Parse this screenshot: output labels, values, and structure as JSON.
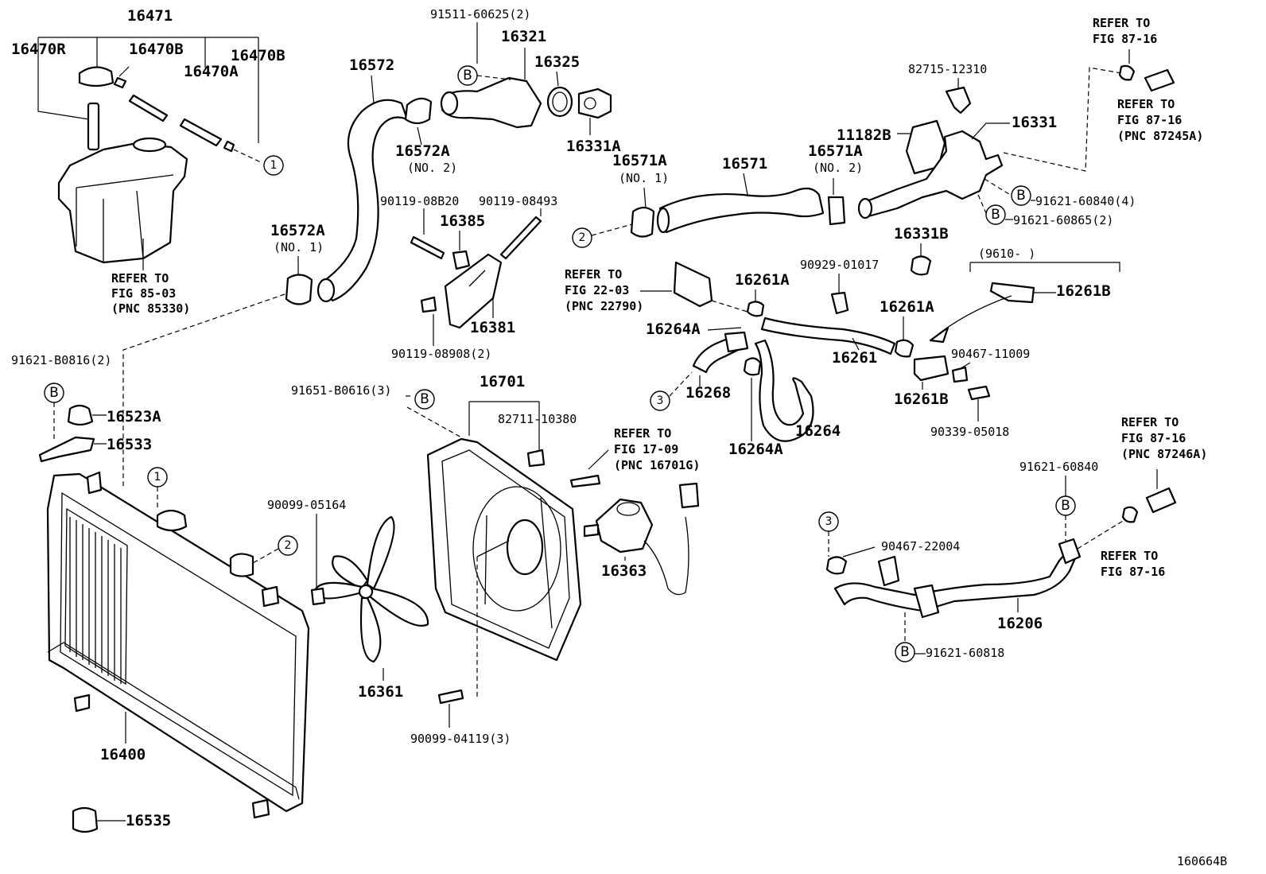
{
  "figure_id": "160664B",
  "parts": {
    "p16471": "16471",
    "p16470R": "16470R",
    "p16470B_1": "16470B",
    "p16470A": "16470A",
    "p16470B_2": "16470B",
    "p16572": "16572",
    "p91511": "91511-60625(2)",
    "p16321": "16321",
    "p16325": "16325",
    "p16331A": "16331A",
    "p16572A_2": "16572A",
    "p16572A_2_sub": "(NO. 2)",
    "p82715": "82715-12310",
    "p11182B": "11182B",
    "p16331": "16331",
    "p16571A_1": "16571A",
    "p16571A_1_sub": "(NO. 1)",
    "p16571": "16571",
    "p16571A_2": "16571A",
    "p16571A_2_sub": "(NO. 2)",
    "p91621_60840_4": "91621-60840(4)",
    "p91621_60865": "91621-60865(2)",
    "p90119_08B20": "90119-08B20",
    "p90119_08493": "90119-08493",
    "p16385": "16385",
    "p16381": "16381",
    "p90119_08908": "90119-08908(2)",
    "p16572A_1": "16572A",
    "p16572A_1_sub": "(NO. 1)",
    "p16331B": "16331B",
    "p90929": "90929-01017",
    "p16261A_1": "16261A",
    "p16264A_1": "16264A",
    "p16261A_2": "16261A",
    "p16261": "16261",
    "p16261B_1": "16261B",
    "p90467_11009": "90467-11009",
    "p16261B_2": "16261B",
    "p16268": "16268",
    "p16264A_2": "16264A",
    "p16264": "16264",
    "p90339": "90339-05018",
    "p9610": "(9610-     )",
    "p91621_B0816": "91621-B0816(2)",
    "p16523A": "16523A",
    "p16533": "16533",
    "p91651": "91651-B0616(3)",
    "p16701": "16701",
    "p82711": "82711-10380",
    "p90099_05164": "90099-05164",
    "p16363": "16363",
    "p16361": "16361",
    "p90099_04119": "90099-04119(3)",
    "p16400": "16400",
    "p16535": "16535",
    "p91621_60840": "91621-60840",
    "p90467_22004": "90467-22004",
    "p16206": "16206",
    "p91621_60818": "91621-60818"
  },
  "refs": {
    "r1": [
      "REFER TO",
      "FIG 87-16"
    ],
    "r2": [
      "REFER TO",
      "FIG 87-16",
      "(PNC 87245A)"
    ],
    "r3": [
      "REFER TO",
      "FIG 85-03",
      "(PNC 85330)"
    ],
    "r4": [
      "REFER TO",
      "FIG 22-03",
      "(PNC 22790)"
    ],
    "r5": [
      "REFER TO",
      "FIG 17-09",
      "(PNC 16701G)"
    ],
    "r6": [
      "REFER TO",
      "FIG 87-16",
      "(PNC 87246A)"
    ],
    "r7": [
      "REFER TO",
      "FIG 87-16"
    ]
  },
  "markers": {
    "one": "1",
    "two": "2",
    "three": "3",
    "b": "B"
  }
}
